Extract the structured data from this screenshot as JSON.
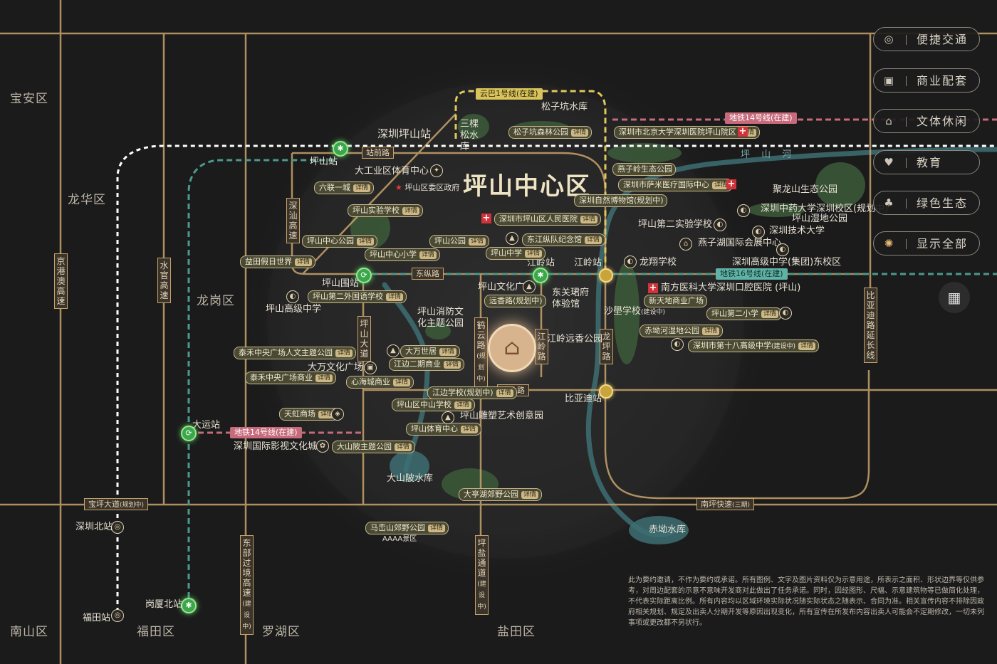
{
  "title": "坪山中心区",
  "districts": {
    "baoan": "宝安区",
    "longhua": "龙华区",
    "longgang": "龙岗区",
    "nanshan": "南山区",
    "futian": "福田区",
    "luohu": "罗湖区",
    "yantian": "盐田区"
  },
  "metro_lines": {
    "yunba1": "云巴1号线(在建)",
    "line14_east": "地铁14号线(在建)",
    "line14_west": "地铁14号线(在建)",
    "line16": "地铁16号线(在建)"
  },
  "stations": {
    "shenzhen_pingshan": "深圳坪山站",
    "pingshan": "坪山站",
    "pingshanwei": "坪山围站",
    "jiangling": "江岭站",
    "jiangling2": "江岭站",
    "biyadi": "比亚迪站",
    "dayun": "大运站",
    "shenzhen_north": "深圳北站",
    "futian": "福田站",
    "gangxia_north": "岗厦北站"
  },
  "roads": {
    "zhanqian": "站前路",
    "dongzong": "东纵路",
    "pingshan_ave": "坪山大道",
    "heyun": "鹤云路",
    "heyun_note": "(规划中)",
    "jiangling_rd": "江岭路",
    "longping": "龙坪路",
    "jianye": "建业路",
    "baoping": "宝坪大道",
    "baoping_note": "(规划中)",
    "nanping": "南坪快速",
    "nanping_note": "(三期)",
    "jinggang": "京港澳高速",
    "shuiguan": "水官高速",
    "shenshui": "深汕高速",
    "dongbu": "东部过境高速",
    "dongbu_note": "(建设中)",
    "pingyan": "坪盐通道",
    "pingyan_note": "(建设中)",
    "biyadi_ext": "比亚迪路延长线",
    "pingshan_river": "坪 山 河"
  },
  "pois": {
    "songzikeng_res": "松子坑水库",
    "sankesong_res": "三棵松水库",
    "songzikeng_park": "松子坑森林公园",
    "pku_hospital": "深圳市北京大学深圳医院坪山院区",
    "stadium": "大工业区体育中心",
    "gov": "坪山区委区政府",
    "liulian": "六联一城",
    "exp_school": "坪山实验学校",
    "center_park": "坪山中心公园",
    "center_primary": "坪山中心小学",
    "yiquan": "益田假日世界",
    "yanzi_park": "燕子岭生态公园",
    "sami": "深圳市萨米医疗国际中心",
    "natural_museum": "深圳自然博物馆(规划中)",
    "people_hospital": "深圳市坪山区人民医院",
    "pingshan_park": "坪山公园",
    "dongjiang": "东江纵队纪念馆",
    "pingshan_middle": "坪山中学",
    "julong": "聚龙山生态公园",
    "zhongyao": "深圳中药大学深圳校区(规划中)",
    "wetland": "坪山湿地公园",
    "sz_tech": "深圳技术大学",
    "second_exp": "坪山第二实验学校",
    "yanzihu": "燕子湖国际会展中心",
    "longxiang": "龙翔学校",
    "sz_high_east": "深圳高级中学(集团)东校区",
    "nanyi_dental": "南方医科大学深圳口腔医院 (坪山)",
    "xintiandi": "新天地商业广场",
    "shaxue": "沙壆学校",
    "shaxue_note": "(建设中)",
    "second_primary": "坪山第二小学",
    "chikan_wetland": "赤坳河湿地公园",
    "eighteen_high": "深圳市第十八高级中学",
    "eighteen_note": "(建设中)",
    "second_foreign": "坪山第二外国语学校",
    "pingshan_high": "坪山高级中学",
    "fire_park": "坪山消防文化主题公园",
    "culture_plaza": "坪山文化广场",
    "yuanxiang": "远香路(规划中)",
    "dongguan": "东关珺府体验馆",
    "jiangling_park": "江岭远香公园",
    "taihe_plaza": "泰禾中央广场人文主题公园",
    "taihe_biz": "泰禾中央广场商业",
    "dawan_plaza": "大万文化广场",
    "dawan_world": "大万世居",
    "jiangbian": "江边二期商业",
    "xinhai": "心海城商业",
    "jiangbian_school": "江边学校(规划中)",
    "tianhong": "天虹商场",
    "zhongshan": "坪山区中山学校",
    "sculpture": "坪山雕塑艺术创意园",
    "sports_center": "坪山体育中心",
    "film_city": "深圳国际影视文化城",
    "dashanbei_park": "大山陂主题公园",
    "dashanbei_res": "大山陂水库",
    "tianxin_park": "大亭湖郊野公园",
    "malian": "马峦山郊野公园",
    "aaaa": "AAAA景区",
    "chikan_res": "赤坳水库",
    "detail": "详情"
  },
  "buttons": [
    {
      "label": "便捷交通",
      "icon": "transit-icon"
    },
    {
      "label": "商业配套",
      "icon": "bag-icon"
    },
    {
      "label": "文体休闲",
      "icon": "temple-icon"
    },
    {
      "label": "教育",
      "icon": "education-icon"
    },
    {
      "label": "绿色生态",
      "icon": "tree-icon"
    },
    {
      "label": "显示全部",
      "icon": "atom-icon"
    }
  ],
  "disclaimer": "此为要约邀请，不作为要约或承诺。所有图例、文字及图片资料仅为示意用途，所表示之面积、形状边界等仅供参考，对周边配套的示意不意味开发商对此做出了任务承诺。同时，因经图形、尺幅、示意建筑物等已做简化处理，不代表实际距离比例。所有内容均以区域环境实际状况随实际状态之随表示、合同为准。相关宣传内容不排除因政府相关规划、规定及出卖人分期开发等原因出现变化，所有宣传在所发布内容出卖人可能会不定期修改，一切未列事项或更改都不另状行。",
  "colors": {
    "background": "#1b1b1b",
    "road_gold": "#c8a36b",
    "metro_green": "#4b9a8c",
    "metro_pink": "#c76a7b",
    "green_area": "#3c5b3a",
    "river": "#3d6e72"
  }
}
